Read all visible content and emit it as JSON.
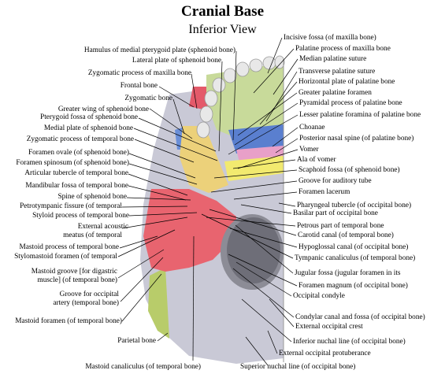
{
  "title": "Cranial Base",
  "subtitle": "Inferior View",
  "colors": {
    "occipital": "#c9c9d6",
    "temporal": "#e8646f",
    "maxilla": "#c8da9a",
    "palatine": "#5a7fcf",
    "sphenoid": "#ecd17a",
    "vomer": "#f2ea6f",
    "parietal": "#b8cc6a",
    "frontal": "#e45a6a",
    "teeth": "#e8e8e8"
  },
  "labels_left": [
    "Hamulus of medial pterygoid plate (sphenoid bone)",
    "Lateral plate of sphenoid bone",
    "Zygomatic process of maxilla bone",
    "Frontal bone",
    "Zygomatic bone",
    "Greater wing of sphenoid bone",
    "Pterygoid fossa of sphenoid bone",
    "Medial plate of sphenoid bone",
    "Zygomatic process of temporal bone",
    "Foramen ovale (of sphenoid bone)",
    "Foramen spinosum (of sphenoid bone)",
    "Articular tubercle of temporal bone",
    "Mandibular fossa of temporal bone",
    "Spine of sphenoid bone",
    "Petrotympanic fissure (of temporal",
    "Styloid process of temporal bone",
    "External acoustic",
    "meatus (of temporal",
    "Mastoid process of temporal bone",
    "Stylomastoid foramen (of temporal",
    "Mastoid groove [for digastric",
    "muscle] (of temporal bone)",
    "Groove for occipital",
    "artery (temporal bone)",
    "Mastoid foramen (of temporal bone)",
    "Parietal bone",
    "Mastoid canaliculus (of temporal bone)"
  ],
  "labels_right": [
    "Incisive fossa (of maxilla bone)",
    "Palatine process of maxilla bone",
    "Median palatine suture",
    "Transverse palatine suture",
    "Horizontal plate of palatine bone",
    "Greater palatine foramen",
    "Pyramidal process of palatine bone",
    "Lesser palatine foramina of palatine bone",
    "Choanae",
    "Posterior nasal spine (of palatine bone)",
    "Vomer",
    "Ala of vomer",
    "Scaphoid fossa (of sphenoid bone)",
    "Groove for auditory tube",
    "Foramen lacerum",
    "Pharyngeal tubercle (of occipital bone)",
    "Basilar part of occipital bone",
    "Petrous part of temporal bone",
    "Carotid canal (of temporal bone)",
    "Hypoglossal canal (of occipital bone)",
    "Tympanic canaliculus (of temporal bone)",
    "Jugular fossa (jugular foramen in its",
    "Foramen magnum (of occipital bone)",
    "Occipital condyle",
    "Condylar canal and fossa (of occipital bone)",
    "External occipital crest",
    "Inferior nuchal line (of occipital bone)",
    "External occipital protuberance",
    "Superior nuchal line (of occipital bone)"
  ]
}
